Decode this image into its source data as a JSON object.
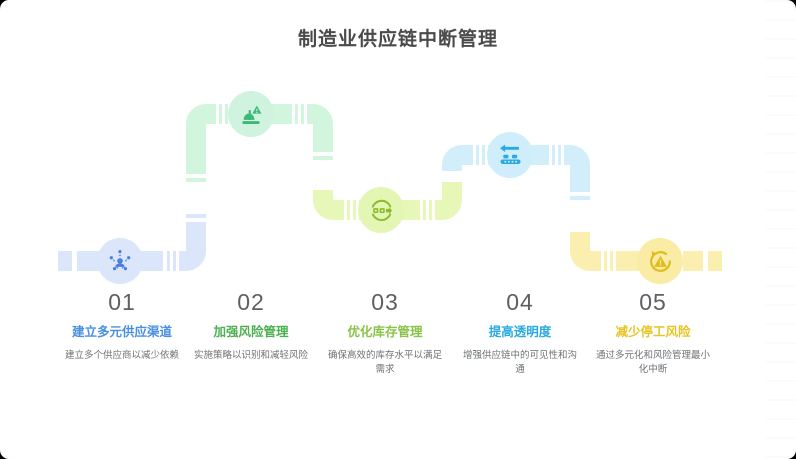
{
  "header": {
    "title": "制造业供应链中断管理"
  },
  "theme": {
    "title_color": "#4a4a4a",
    "number_color": "#5d6063",
    "desc_color": "#6e7275",
    "background": "#ffffff"
  },
  "steps": [
    {
      "number": "01",
      "title": "建立多元供应渠道",
      "description": "建立多个供应商以减少依赖",
      "color": "#4a90e2",
      "pipe_color": "#dbe6fa",
      "badge_bg": "#dbe6fa",
      "icon": "supplier-network-icon"
    },
    {
      "number": "02",
      "title": "加强风险管理",
      "description": "实施策略以识别和减轻风险",
      "color": "#4caf50",
      "pipe_color": "#d2f5de",
      "badge_bg": "#cff3df",
      "icon": "risk-chart-warning-icon"
    },
    {
      "number": "03",
      "title": "优化库存管理",
      "description": "确保高效的库存水平以满足需求",
      "color": "#8bc34a",
      "pipe_color": "#e6f7b8",
      "badge_bg": "#e4f6b4",
      "icon": "inventory-cycle-icon"
    },
    {
      "number": "04",
      "title": "提高透明度",
      "description": "增强供应链中的可见性和沟通",
      "color": "#29abe2",
      "pipe_color": "#d2eefb",
      "badge_bg": "#cfedfa",
      "icon": "conveyor-arrow-icon"
    },
    {
      "number": "05",
      "title": "减少停工风险",
      "description": "通过多元化和风险管理最小化中断",
      "color": "#e8c423",
      "pipe_color": "#fbefb0",
      "badge_bg": "#faeca4",
      "icon": "downtime-warning-icon"
    }
  ]
}
